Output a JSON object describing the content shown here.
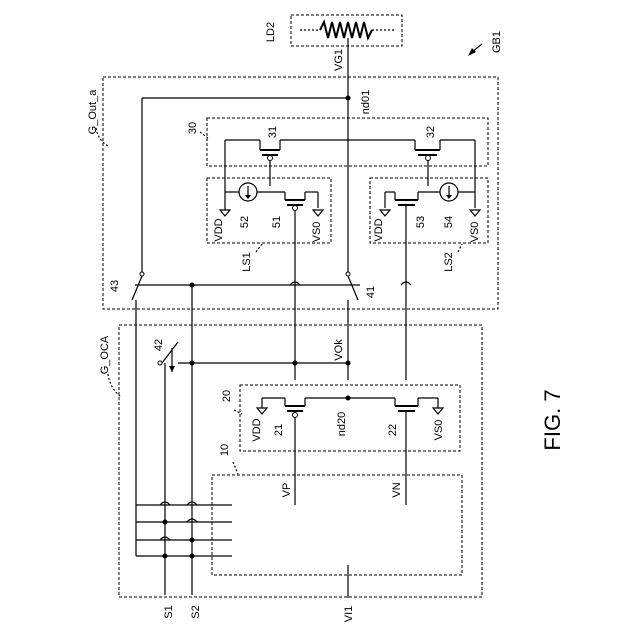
{
  "figure": {
    "caption": "FIG. 7",
    "ref_label": "GB1"
  },
  "blocks": {
    "load": "LD2",
    "output_circuit": "G_Out_a",
    "amp_circuit": "G_OCA",
    "block_30": "30",
    "block_20": "20",
    "block_10": "10",
    "level_shifter_1": "LS1",
    "level_shifter_2": "LS2"
  },
  "nodes": {
    "vg1": "VG1",
    "nd01": "nd01",
    "nd20": "nd20",
    "vok": "VOk",
    "vp": "VP",
    "vn": "VN"
  },
  "components": {
    "t31": "31",
    "t32": "32",
    "src52": "52",
    "t51": "51",
    "t53": "53",
    "src54": "54",
    "t21": "21",
    "t22": "22",
    "sw41": "41",
    "sw42": "42",
    "sw43": "43"
  },
  "supplies": {
    "vdd": "VDD",
    "vs0": "VS0"
  },
  "inputs": {
    "s1": "S1",
    "s2": "S2",
    "vi1": "VI1"
  }
}
